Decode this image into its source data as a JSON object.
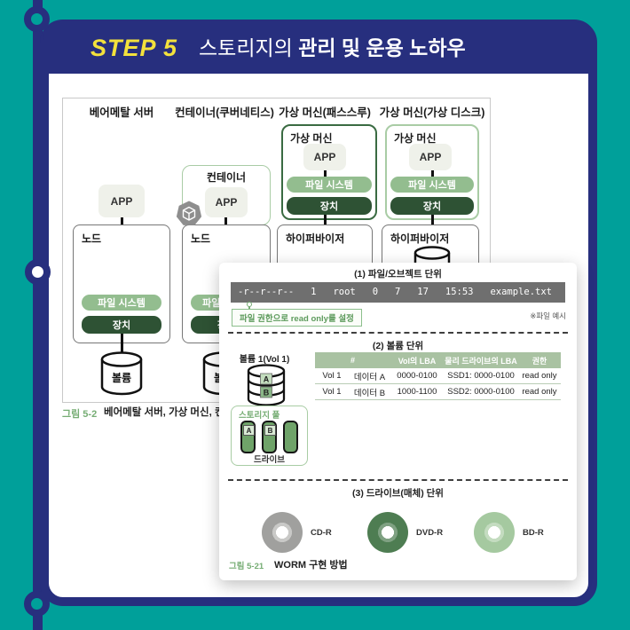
{
  "colors": {
    "background_teal": "#00A09A",
    "frame_navy": "#272F7E",
    "step_yellow": "#F3E13C",
    "pill_green_light": "#93BD8F",
    "pill_green_dark": "#2E5234",
    "accent_green": "#76AD74",
    "table_header_green": "#A9C2A2",
    "terminal_gray": "#6F6F6F"
  },
  "header": {
    "step": "STEP 5",
    "title_light": "스토리지의 ",
    "title_bold": "관리 및 운용 노하우"
  },
  "diagram": {
    "columns": [
      {
        "title": "베어메탈 서버"
      },
      {
        "title": "컨테이너(쿠버네티스)"
      },
      {
        "title": "가상 머신(패스스루)"
      },
      {
        "title": "가상 머신(가상 디스크)"
      }
    ],
    "labels": {
      "app": "APP",
      "node": "노드",
      "container": "컨테이너",
      "vm": "가상 머신",
      "hypervisor": "하이퍼바이저",
      "filesystem": "파일 시스템",
      "device": "장치",
      "volume": "볼륨"
    },
    "caption": {
      "tag": "그림 5-2",
      "text": "베어메탈 서버, 가상 머신, 컨테"
    }
  },
  "panel": {
    "section1": {
      "title": "(1) 파일/오브젝트 단위",
      "terminal": "-r--r--r--   1   root   0   7   17   15:53   example.txt",
      "callout_pre": "파일 권한으로 ",
      "callout_em": "read only",
      "callout_post": "를 설정",
      "note": "※파일 예시"
    },
    "section2": {
      "title": "(2) 볼륨 단위",
      "volume_label": "볼륨 1(Vol 1)",
      "chip_a": "A",
      "chip_b": "B",
      "pool_label": "스토리지 풀",
      "drive_label": "드라이브",
      "table": {
        "headers": [
          "#",
          "Vol의 LBA",
          "물리 드라이브의 LBA",
          "권한"
        ],
        "rows": [
          [
            "Vol 1",
            "데이터 A",
            "0000-0100",
            "SSD1: 0000-0100",
            "read only"
          ],
          [
            "Vol 1",
            "데이터 B",
            "1000-1100",
            "SSD2: 0000-0100",
            "read only"
          ]
        ]
      }
    },
    "section3": {
      "title": "(3) 드라이브(매체) 단위",
      "discs": [
        {
          "label": "CD-R",
          "color": "#A0A09E"
        },
        {
          "label": "DVD-R",
          "color": "#4E7D52"
        },
        {
          "label": "BD-R",
          "color": "#A5C9A0"
        }
      ]
    },
    "caption": {
      "tag": "그림 5-21",
      "text": "WORM 구현 방법"
    }
  }
}
